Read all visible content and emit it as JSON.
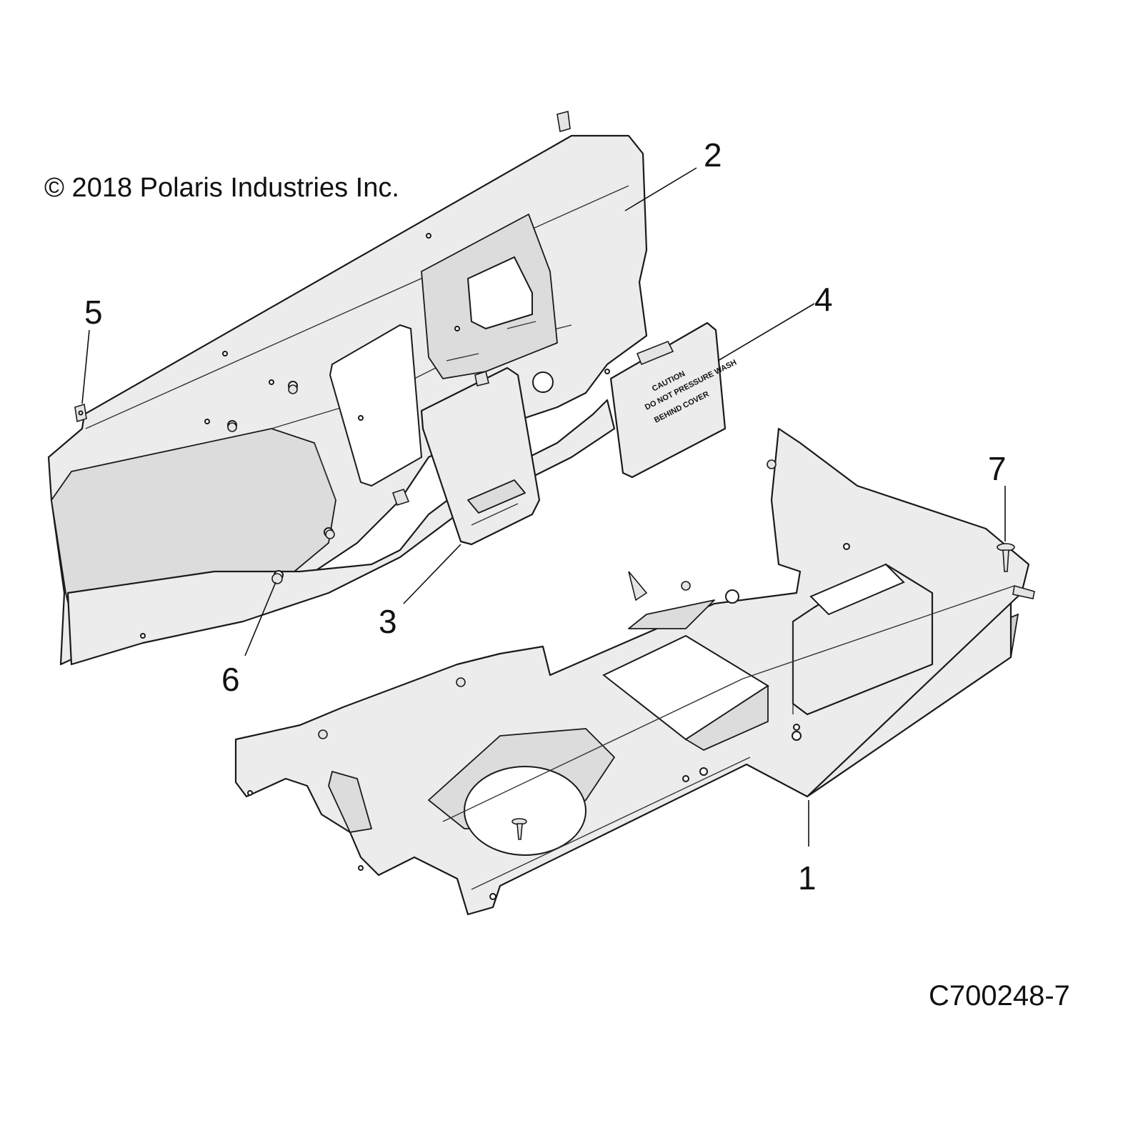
{
  "copyright": "© 2018 Polaris Industries Inc.",
  "figure_id": "C700248-7",
  "cover_label": [
    "CAUTION",
    "DO NOT PRESSURE WASH",
    "BEHIND COVER"
  ],
  "callouts": [
    {
      "number": "1"
    },
    {
      "number": "2"
    },
    {
      "number": "3"
    },
    {
      "number": "4"
    },
    {
      "number": "5"
    },
    {
      "number": "6"
    },
    {
      "number": "7"
    }
  ]
}
